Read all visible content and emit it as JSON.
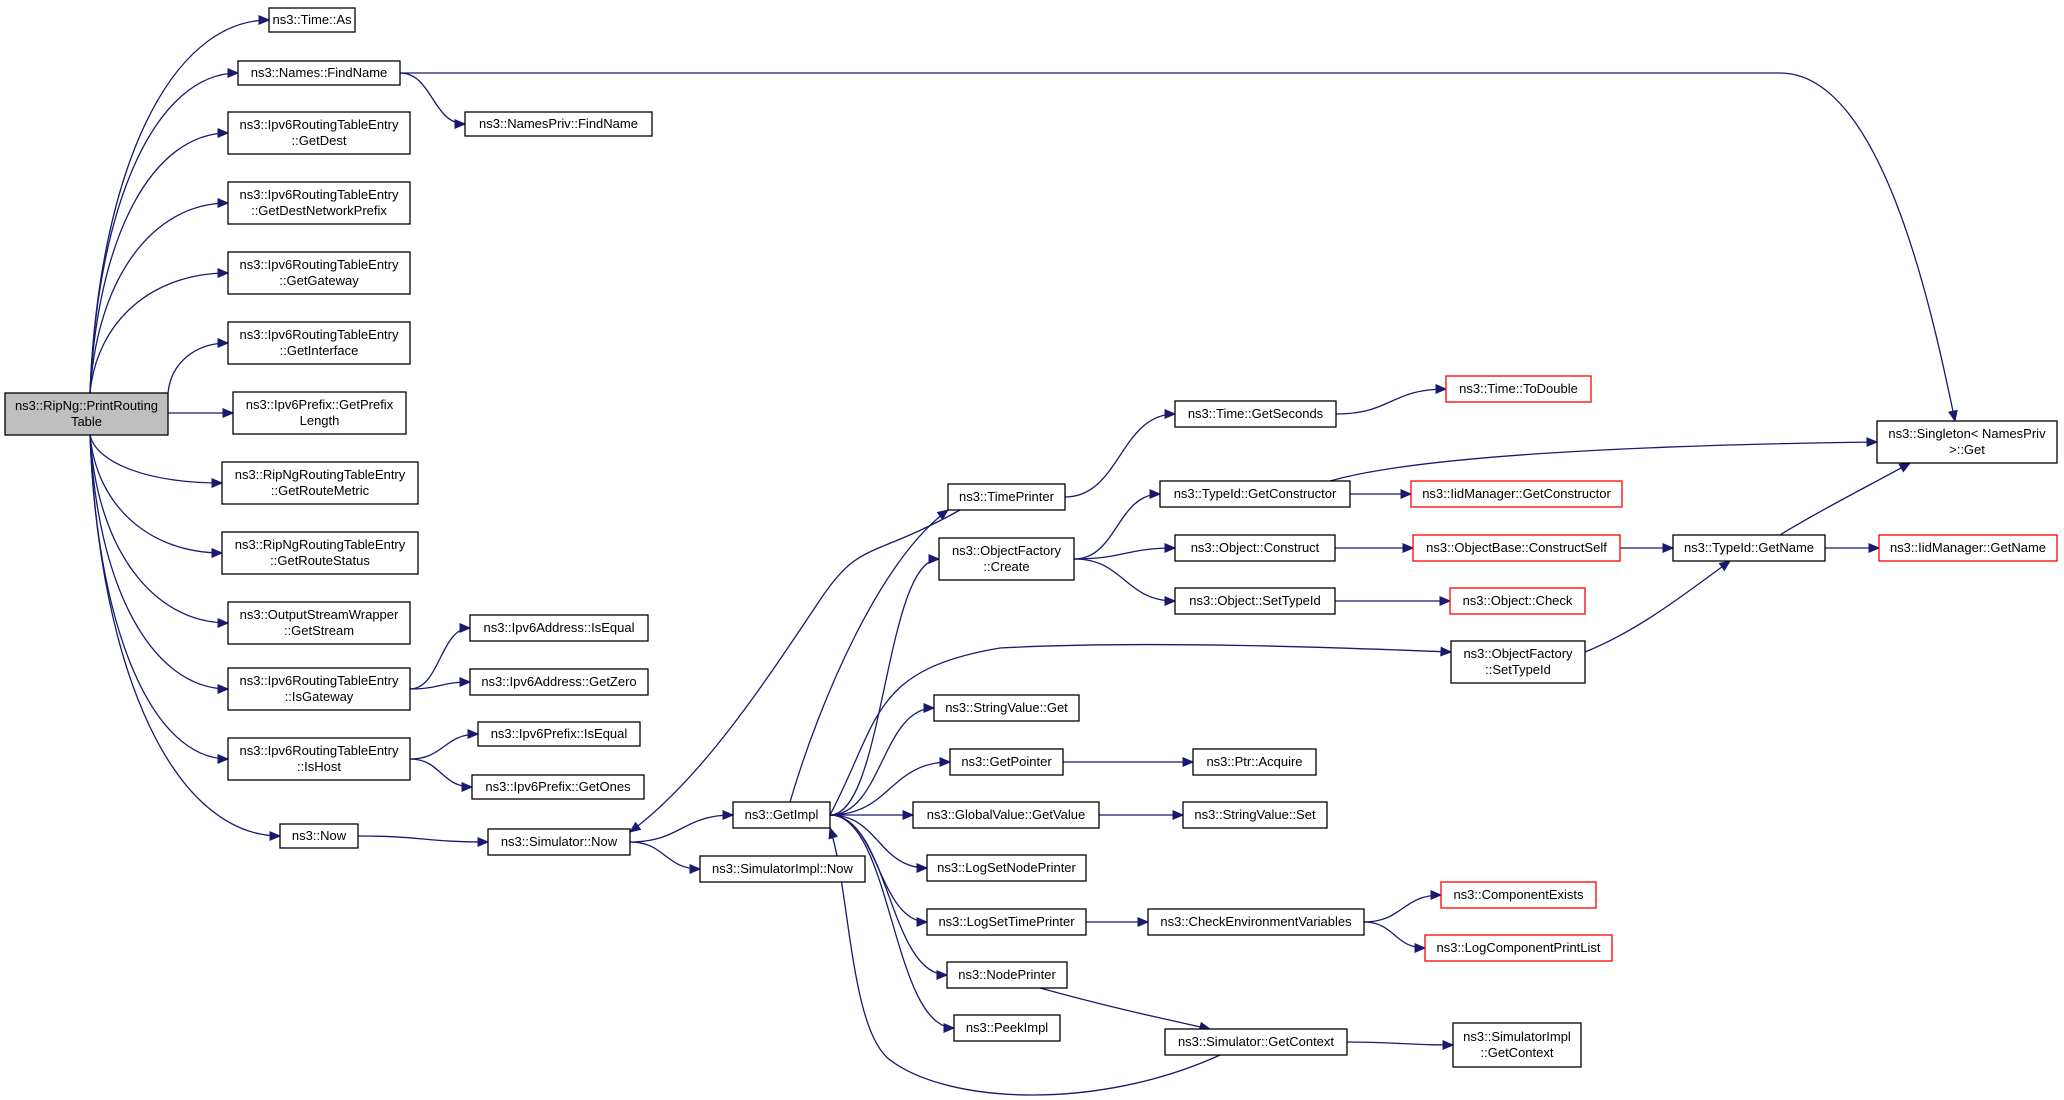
{
  "diagram": {
    "colors": {
      "edge": "#191970",
      "node_border": "#000000",
      "truncated_border": "#ff0000",
      "root_fill": "#bfbfbf",
      "node_fill": "#ffffff"
    },
    "nodes": [
      {
        "id": "root",
        "lines": [
          "ns3::RipNg::PrintRouting",
          "Table"
        ],
        "root": true
      },
      {
        "id": "time_as",
        "lines": [
          "ns3::Time::As"
        ]
      },
      {
        "id": "names_findname",
        "lines": [
          "ns3::Names::FindName"
        ]
      },
      {
        "id": "namespriv_findname",
        "lines": [
          "ns3::NamesPriv::FindName"
        ]
      },
      {
        "id": "getdest",
        "lines": [
          "ns3::Ipv6RoutingTableEntry",
          "::GetDest"
        ]
      },
      {
        "id": "getdestnetworkprefix",
        "lines": [
          "ns3::Ipv6RoutingTableEntry",
          "::GetDestNetworkPrefix"
        ]
      },
      {
        "id": "getgateway",
        "lines": [
          "ns3::Ipv6RoutingTableEntry",
          "::GetGateway"
        ]
      },
      {
        "id": "getinterface",
        "lines": [
          "ns3::Ipv6RoutingTableEntry",
          "::GetInterface"
        ]
      },
      {
        "id": "getprefixlength",
        "lines": [
          "ns3::Ipv6Prefix::GetPrefix",
          "Length"
        ]
      },
      {
        "id": "getroutemetric",
        "lines": [
          "ns3::RipNgRoutingTableEntry",
          "::GetRouteMetric"
        ]
      },
      {
        "id": "getroutestatus",
        "lines": [
          "ns3::RipNgRoutingTableEntry",
          "::GetRouteStatus"
        ]
      },
      {
        "id": "getstream",
        "lines": [
          "ns3::OutputStreamWrapper",
          "::GetStream"
        ]
      },
      {
        "id": "isgateway",
        "lines": [
          "ns3::Ipv6RoutingTableEntry",
          "::IsGateway"
        ]
      },
      {
        "id": "ishost",
        "lines": [
          "ns3::Ipv6RoutingTableEntry",
          "::IsHost"
        ]
      },
      {
        "id": "addr_isequal",
        "lines": [
          "ns3::Ipv6Address::IsEqual"
        ]
      },
      {
        "id": "addr_getzero",
        "lines": [
          "ns3::Ipv6Address::GetZero"
        ]
      },
      {
        "id": "prefix_isequal",
        "lines": [
          "ns3::Ipv6Prefix::IsEqual"
        ]
      },
      {
        "id": "prefix_getones",
        "lines": [
          "ns3::Ipv6Prefix::GetOnes"
        ]
      },
      {
        "id": "now",
        "lines": [
          "ns3::Now"
        ]
      },
      {
        "id": "sim_now",
        "lines": [
          "ns3::Simulator::Now"
        ]
      },
      {
        "id": "simimpl_now",
        "lines": [
          "ns3::SimulatorImpl::Now"
        ]
      },
      {
        "id": "getimpl",
        "lines": [
          "ns3::GetImpl"
        ]
      },
      {
        "id": "timeprinter",
        "lines": [
          "ns3::TimePrinter"
        ]
      },
      {
        "id": "objectfactory_create",
        "lines": [
          "ns3::ObjectFactory",
          "::Create"
        ]
      },
      {
        "id": "stringvalue_get",
        "lines": [
          "ns3::StringValue::Get"
        ]
      },
      {
        "id": "getpointer",
        "lines": [
          "ns3::GetPointer"
        ]
      },
      {
        "id": "globalvalue_getvalue",
        "lines": [
          "ns3::GlobalValue::GetValue"
        ]
      },
      {
        "id": "logsetnodeprinter",
        "lines": [
          "ns3::LogSetNodePrinter"
        ]
      },
      {
        "id": "logsettimeprinter",
        "lines": [
          "ns3::LogSetTimePrinter"
        ]
      },
      {
        "id": "nodeprinter",
        "lines": [
          "ns3::NodePrinter"
        ]
      },
      {
        "id": "peekimpl",
        "lines": [
          "ns3::PeekImpl"
        ]
      },
      {
        "id": "time_getseconds",
        "lines": [
          "ns3::Time::GetSeconds"
        ]
      },
      {
        "id": "time_todouble",
        "lines": [
          "ns3::Time::ToDouble"
        ],
        "truncated": true
      },
      {
        "id": "typeid_getconstructor",
        "lines": [
          "ns3::TypeId::GetConstructor"
        ]
      },
      {
        "id": "iidmanager_getconstructor",
        "lines": [
          "ns3::IidManager::GetConstructor"
        ],
        "truncated": true
      },
      {
        "id": "object_construct",
        "lines": [
          "ns3::Object::Construct"
        ]
      },
      {
        "id": "objectbase_constructself",
        "lines": [
          "ns3::ObjectBase::ConstructSelf"
        ],
        "truncated": true
      },
      {
        "id": "object_settypeid",
        "lines": [
          "ns3::Object::SetTypeId"
        ]
      },
      {
        "id": "object_check",
        "lines": [
          "ns3::Object::Check"
        ],
        "truncated": true
      },
      {
        "id": "objectfactory_settypeid",
        "lines": [
          "ns3::ObjectFactory",
          "::SetTypeId"
        ]
      },
      {
        "id": "ptr_acquire",
        "lines": [
          "ns3::Ptr::Acquire"
        ]
      },
      {
        "id": "stringvalue_set",
        "lines": [
          "ns3::StringValue::Set"
        ]
      },
      {
        "id": "checkenv",
        "lines": [
          "ns3::CheckEnvironmentVariables"
        ]
      },
      {
        "id": "componentexists",
        "lines": [
          "ns3::ComponentExists"
        ],
        "truncated": true
      },
      {
        "id": "logcomponentprintlist",
        "lines": [
          "ns3::LogComponentPrintList"
        ],
        "truncated": true
      },
      {
        "id": "sim_getcontext",
        "lines": [
          "ns3::Simulator::GetContext"
        ]
      },
      {
        "id": "simimpl_getcontext",
        "lines": [
          "ns3::SimulatorImpl",
          "::GetContext"
        ]
      },
      {
        "id": "singleton_get",
        "lines": [
          "ns3::Singleton< NamesPriv",
          ">::Get"
        ]
      },
      {
        "id": "typeid_getname",
        "lines": [
          "ns3::TypeId::GetName"
        ]
      },
      {
        "id": "iidmanager_getname",
        "lines": [
          "ns3::IidManager::GetName"
        ],
        "truncated": true
      }
    ],
    "edges": [
      [
        "root",
        "time_as"
      ],
      [
        "root",
        "names_findname"
      ],
      [
        "root",
        "getdest"
      ],
      [
        "root",
        "getdestnetworkprefix"
      ],
      [
        "root",
        "getgateway"
      ],
      [
        "root",
        "getinterface"
      ],
      [
        "root",
        "getprefixlength"
      ],
      [
        "root",
        "getroutemetric"
      ],
      [
        "root",
        "getroutestatus"
      ],
      [
        "root",
        "getstream"
      ],
      [
        "root",
        "isgateway"
      ],
      [
        "root",
        "ishost"
      ],
      [
        "root",
        "now"
      ],
      [
        "names_findname",
        "namespriv_findname"
      ],
      [
        "names_findname",
        "singleton_get"
      ],
      [
        "isgateway",
        "addr_isequal"
      ],
      [
        "isgateway",
        "addr_getzero"
      ],
      [
        "ishost",
        "prefix_isequal"
      ],
      [
        "ishost",
        "prefix_getones"
      ],
      [
        "now",
        "sim_now"
      ],
      [
        "sim_now",
        "getimpl"
      ],
      [
        "sim_now",
        "simimpl_now"
      ],
      [
        "getimpl",
        "timeprinter"
      ],
      [
        "getimpl",
        "objectfactory_create"
      ],
      [
        "getimpl",
        "stringvalue_get"
      ],
      [
        "getimpl",
        "getpointer"
      ],
      [
        "getimpl",
        "globalvalue_getvalue"
      ],
      [
        "getimpl",
        "logsetnodeprinter"
      ],
      [
        "getimpl",
        "logsettimeprinter"
      ],
      [
        "getimpl",
        "nodeprinter"
      ],
      [
        "getimpl",
        "peekimpl"
      ],
      [
        "getimpl",
        "objectfactory_settypeid"
      ],
      [
        "timeprinter",
        "sim_now"
      ],
      [
        "timeprinter",
        "time_getseconds"
      ],
      [
        "time_getseconds",
        "time_todouble"
      ],
      [
        "objectfactory_create",
        "typeid_getconstructor"
      ],
      [
        "objectfactory_create",
        "object_construct"
      ],
      [
        "objectfactory_create",
        "object_settypeid"
      ],
      [
        "typeid_getconstructor",
        "iidmanager_getconstructor"
      ],
      [
        "typeid_getconstructor",
        "singleton_get"
      ],
      [
        "object_construct",
        "objectbase_constructself"
      ],
      [
        "objectbase_constructself",
        "typeid_getname"
      ],
      [
        "object_settypeid",
        "object_check"
      ],
      [
        "objectfactory_settypeid",
        "typeid_getname"
      ],
      [
        "typeid_getname",
        "iidmanager_getname"
      ],
      [
        "typeid_getname",
        "singleton_get"
      ],
      [
        "getpointer",
        "ptr_acquire"
      ],
      [
        "globalvalue_getvalue",
        "stringvalue_set"
      ],
      [
        "logsettimeprinter",
        "checkenv"
      ],
      [
        "checkenv",
        "componentexists"
      ],
      [
        "checkenv",
        "logcomponentprintlist"
      ],
      [
        "nodeprinter",
        "sim_getcontext"
      ],
      [
        "sim_getcontext",
        "getimpl"
      ],
      [
        "sim_getcontext",
        "simimpl_getcontext"
      ]
    ]
  }
}
